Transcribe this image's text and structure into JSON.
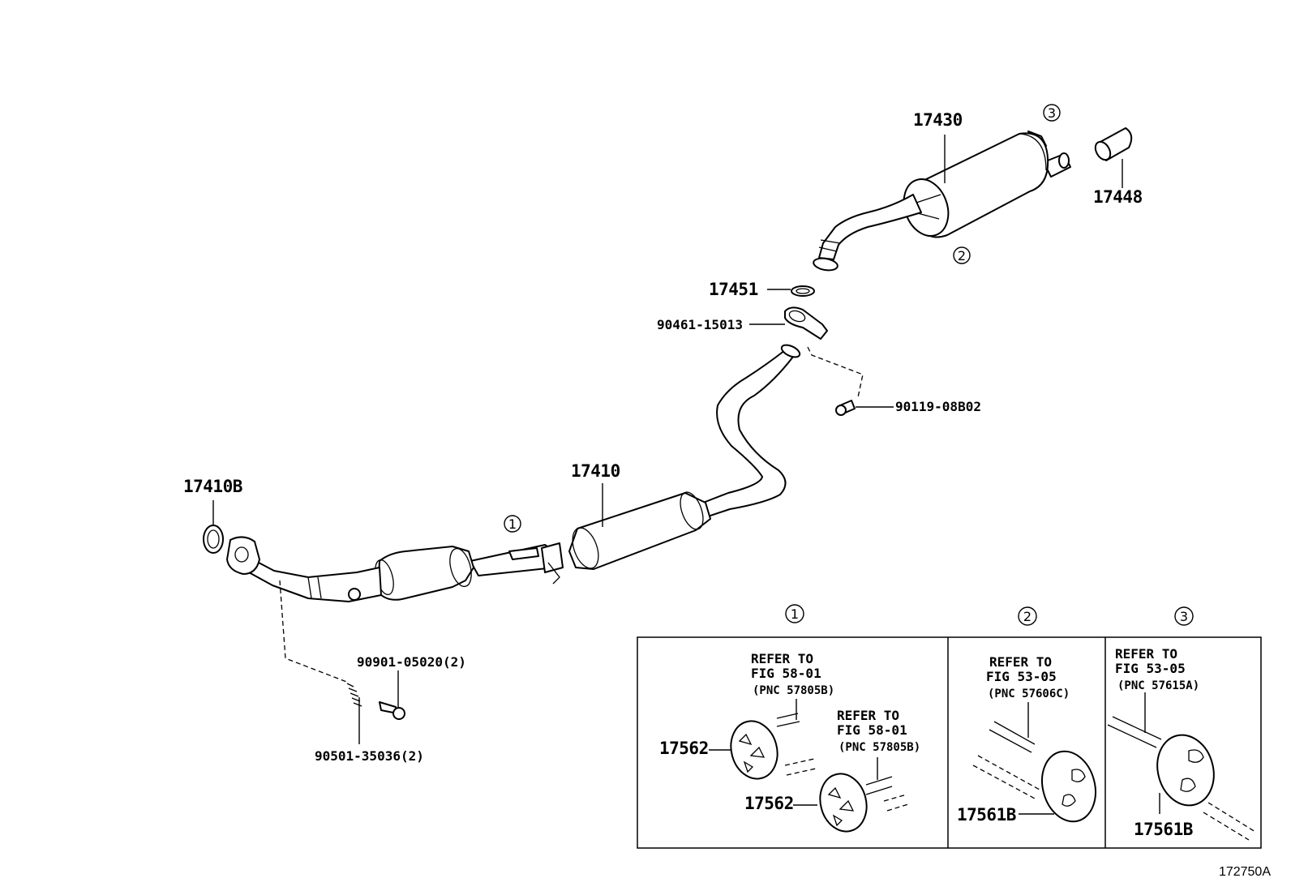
{
  "labels": {
    "p17430": "17430",
    "p17448": "17448",
    "p17451": "17451",
    "p90461": "90461-15013",
    "p90119": "90119-08B02",
    "p17410": "17410",
    "p17410B": "17410B",
    "p90901": "90901-05020(2)",
    "p90501": "90501-35036(2)"
  },
  "callouts": {
    "c1": "1",
    "c2": "2",
    "c3": "3"
  },
  "insets": {
    "inset1": {
      "marker": "1",
      "refer_a": "REFER TO",
      "fig_a": "FIG 58-01",
      "pnc_a": "(PNC 57805B)",
      "refer_b": "REFER TO",
      "fig_b": "FIG 58-01",
      "pnc_b": "(PNC 57805B)",
      "part_a": "17562",
      "part_b": "17562"
    },
    "inset2": {
      "marker": "2",
      "refer": "REFER TO",
      "fig": "FIG 53-05",
      "pnc": "(PNC 57606C)",
      "part": "17561B"
    },
    "inset3": {
      "marker": "3",
      "refer": "REFER TO",
      "fig": "FIG 53-05",
      "pnc": "(PNC 57615A)",
      "part": "17561B"
    }
  },
  "figure_id": "172750A"
}
